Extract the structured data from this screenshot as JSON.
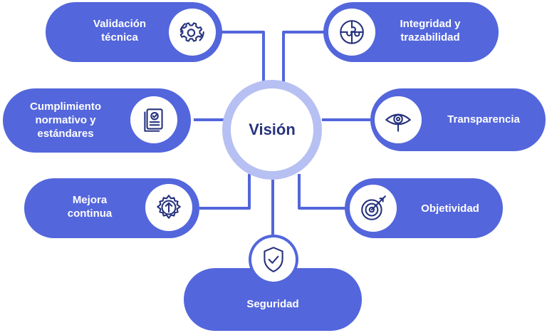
{
  "center": {
    "label": "Visión"
  },
  "nodes": {
    "validacion": {
      "label": "Validación\ntécnica",
      "icon": "gear-cycle-icon"
    },
    "integridad": {
      "label": "Integridad y\ntrazabilidad",
      "icon": "puzzle-icon"
    },
    "cumplimiento": {
      "label": "Cumplimiento\nnormativo y\nestándares",
      "icon": "document-check-icon"
    },
    "transparencia": {
      "label": "Transparencia",
      "icon": "eye-icon"
    },
    "mejora": {
      "label": "Mejora\ncontinua",
      "icon": "gear-arrow-up-icon"
    },
    "objetividad": {
      "label": "Objetividad",
      "icon": "target-icon"
    },
    "seguridad": {
      "label": "Seguridad",
      "icon": "shield-check-icon"
    }
  },
  "colors": {
    "pill": "#5366dc",
    "connector": "#5366dc",
    "ring": "#b7c0f2",
    "center_text": "#27337e",
    "icon_stroke": "#27337e"
  }
}
